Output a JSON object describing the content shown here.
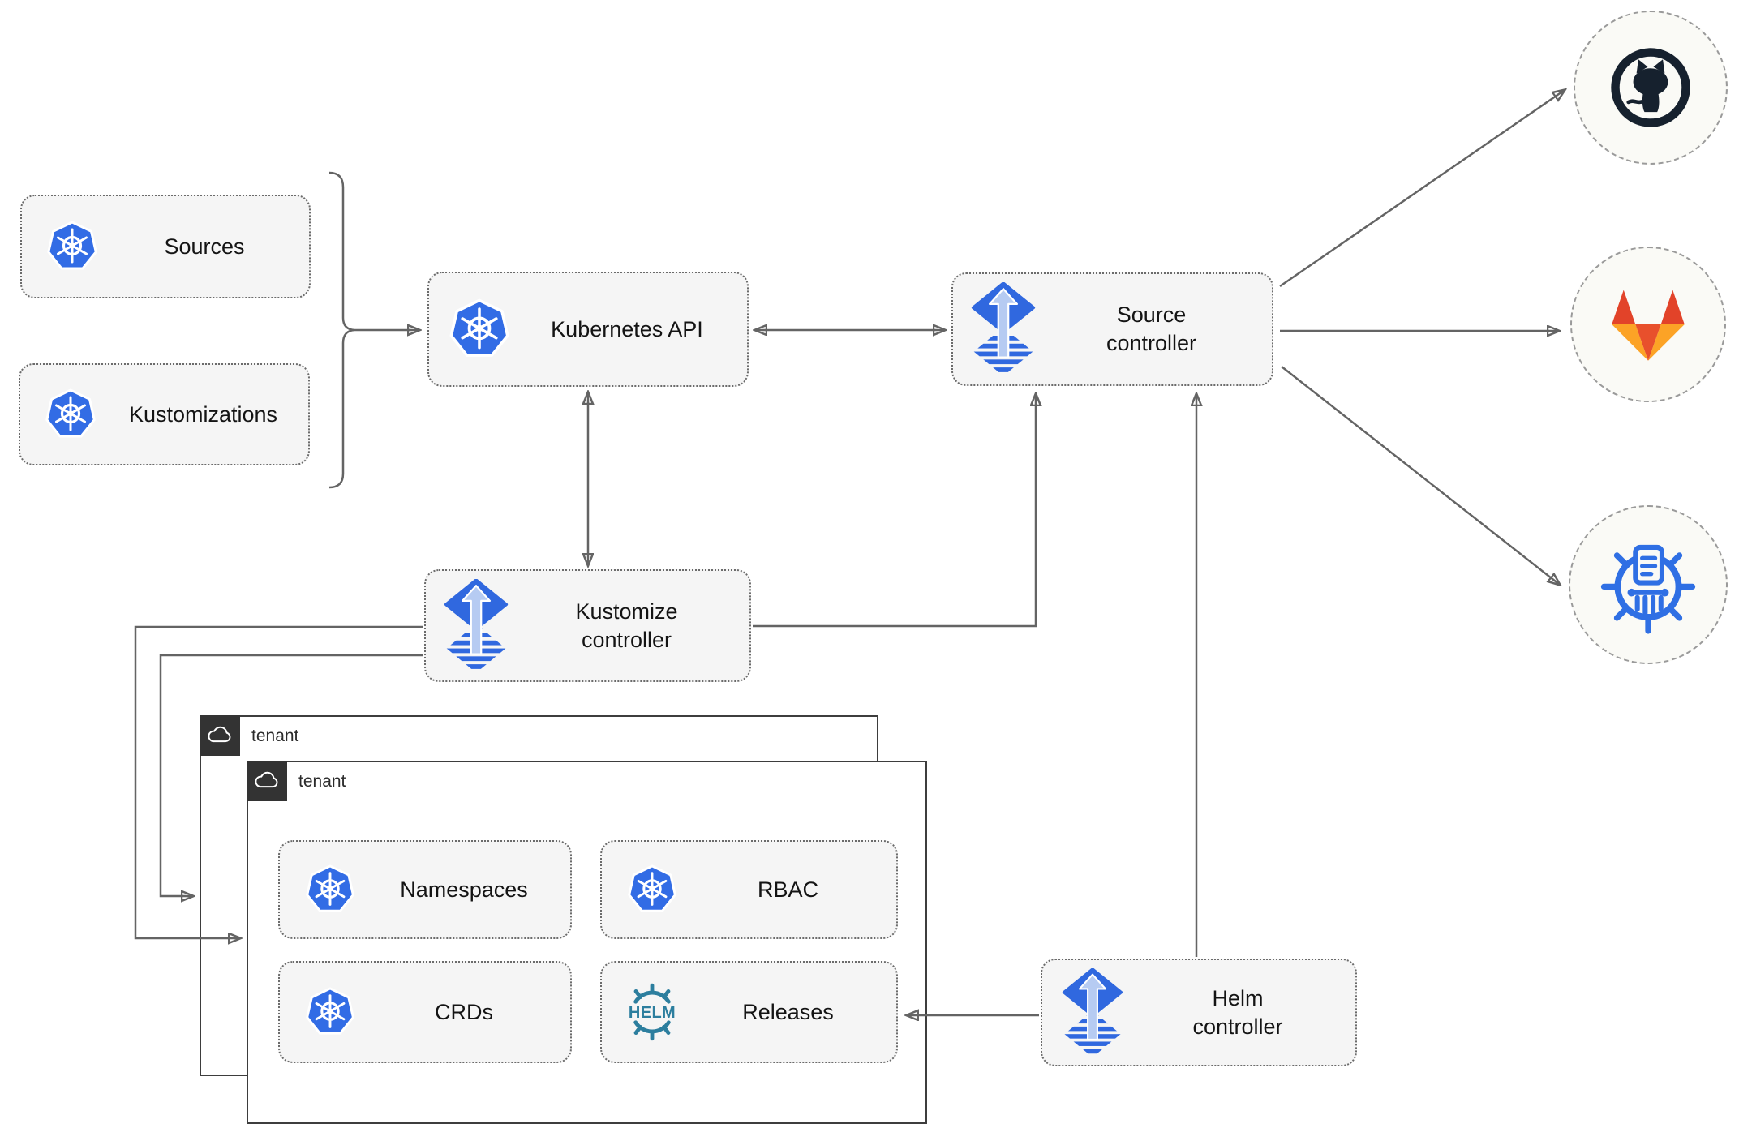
{
  "diagram": {
    "type": "flux-gitops-architecture",
    "nodes": {
      "sources": "Sources",
      "kustomizations": "Kustomizations",
      "kubernetes_api": "Kubernetes API",
      "source_controller": "Source controller",
      "kustomize_controller": "Kustomize controller",
      "helm_controller": "Helm controller",
      "namespaces": "Namespaces",
      "rbac": "RBAC",
      "crds": "CRDs",
      "releases": "Releases"
    },
    "groups": {
      "outer_tenant": "tenant",
      "inner_tenant": "tenant"
    },
    "external_systems": [
      "github",
      "gitlab",
      "helm-chart-repository"
    ],
    "icons": {
      "kubernetes": "kubernetes-wheel",
      "flux": "flux-arrow-diamond",
      "helm": "helm-ship-wheel",
      "helm_text": "HELM",
      "github": "github-octocat",
      "gitlab": "gitlab-tanuki",
      "chart_repository": "museum-ship-wheel",
      "tenant": "cloud"
    },
    "connections": [
      "sources+kustomizations } -> kubernetes_api",
      "kubernetes_api <-> source_controller",
      "kubernetes_api <-> kustomize_controller",
      "kustomize_controller -> source_controller",
      "kustomize_controller -> outer_tenant",
      "kustomize_controller -> inner_tenant",
      "helm_controller -> source_controller",
      "helm_controller -> releases",
      "source_controller -> github",
      "source_controller -> gitlab",
      "source_controller -> helm-chart-repository"
    ],
    "colors": {
      "kubernetes_blue": "#326CE5",
      "flux_blue": "#3068DF",
      "flux_arrow": "#B6CBF2",
      "helm_teal": "#2C7E9E",
      "github_dark": "#16212E",
      "gitlab_red": "#E24329",
      "gitlab_amber": "#FCA326",
      "gitlab_face": "#E8502C",
      "chart_repo_blue": "#2F6FE4",
      "node_fill": "#F5F5F5",
      "node_border": "#6B6B6B",
      "arrow": "#646464",
      "tenant_border": "#3D3D3D",
      "tenant_header_bg": "#333333",
      "circle_fill": "#FAFAF6",
      "circle_border": "#9A9A9A"
    }
  }
}
